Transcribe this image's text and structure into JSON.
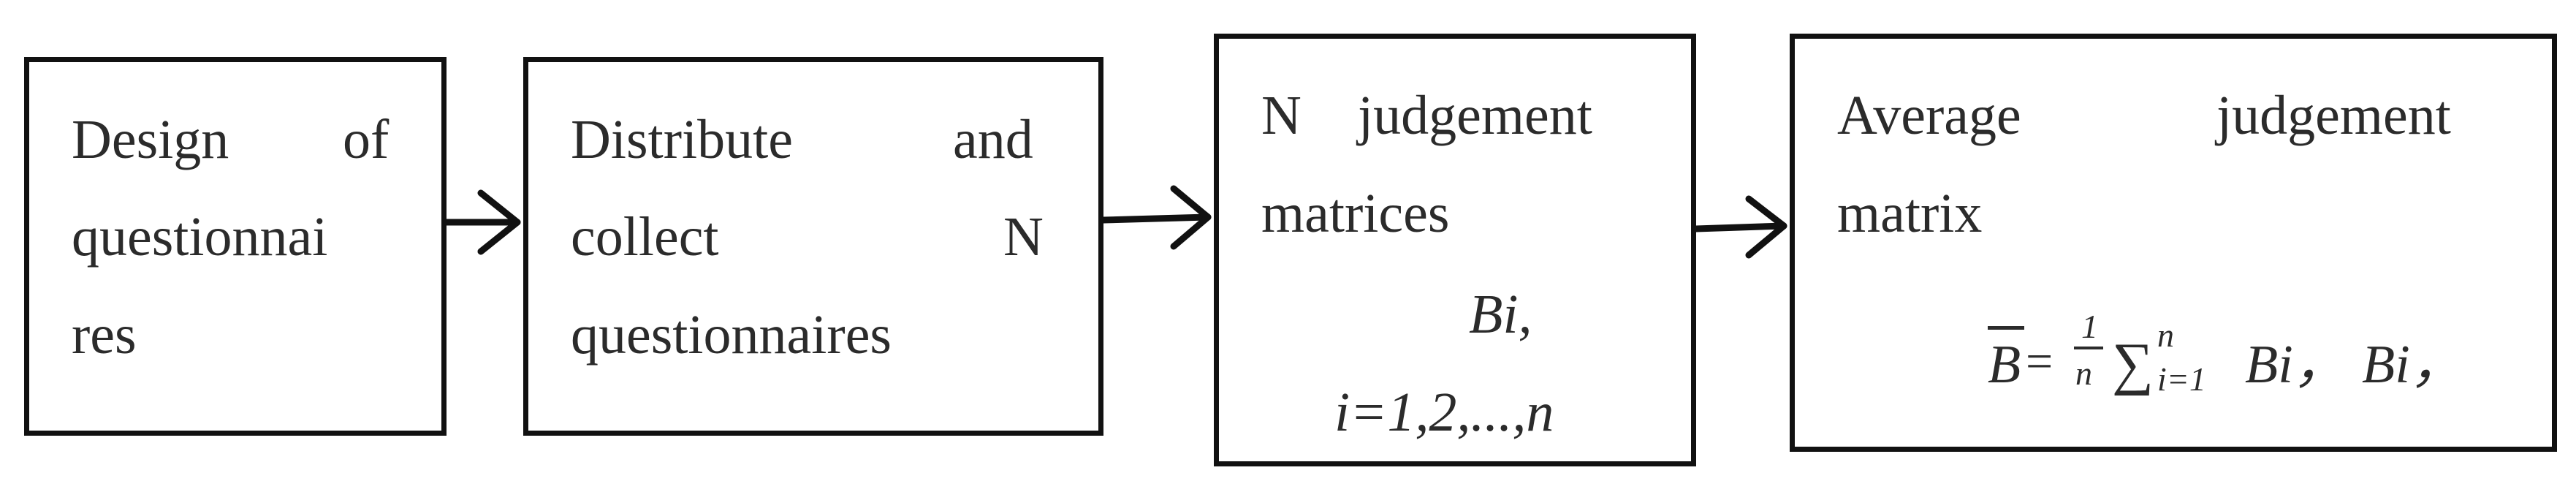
{
  "steps": [
    {
      "lines": [
        [
          "Design",
          "of"
        ],
        [
          "questionnai"
        ],
        [
          "res"
        ]
      ]
    },
    {
      "lines": [
        [
          "Distribute",
          "and"
        ],
        [
          "collect",
          "N"
        ],
        [
          "questionnaires"
        ]
      ]
    },
    {
      "lines": [
        [
          "N",
          "judgement"
        ],
        [
          "matrices"
        ]
      ],
      "formula_matrix": "Bi,",
      "formula_index": "i=1,2,...,n"
    },
    {
      "lines": [
        [
          "Average",
          "judgement"
        ],
        [
          "matrix"
        ]
      ],
      "formula": {
        "bar_symbol": "B",
        "equals": "=",
        "frac_num": "1",
        "frac_den": "n",
        "sum_symbol": "∑",
        "sum_upper": "n",
        "sum_lower": "i=1",
        "term": "Bi，",
        "trailing": "Bi，"
      }
    }
  ],
  "arrows": [
    {
      "from": 0,
      "to": 1
    },
    {
      "from": 1,
      "to": 2
    },
    {
      "from": 2,
      "to": 3
    }
  ]
}
